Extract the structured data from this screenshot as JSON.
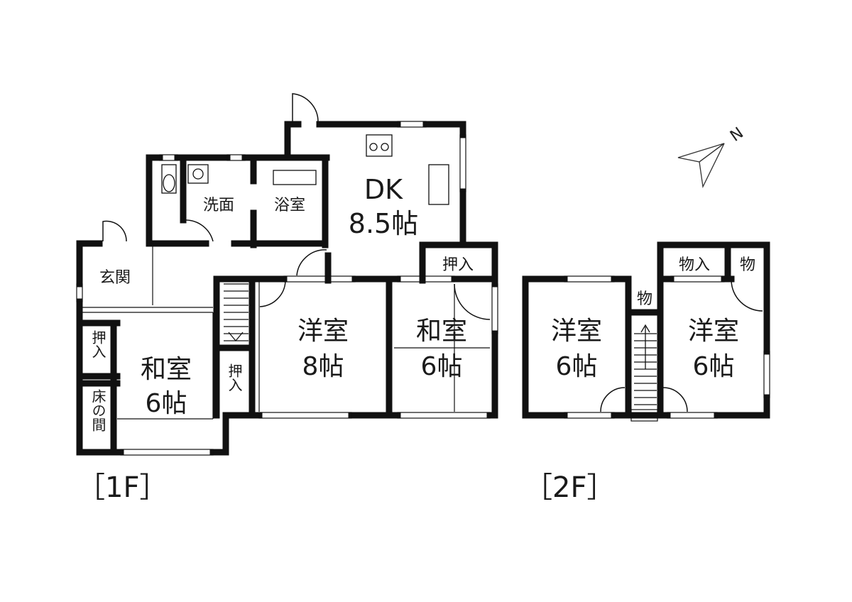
{
  "floor_1": {
    "label": "［1F］",
    "rooms": {
      "dk_name": "DK",
      "dk_size": "8.5帖",
      "senmen": "洗面",
      "yokushitsu": "浴室",
      "genkan": "玄関",
      "oshiire_kitchen": "押入",
      "youshitsu_name": "洋室",
      "youshitsu_size": "8帖",
      "washitsu_mid_name": "和室",
      "washitsu_mid_size": "6帖",
      "washitsu_left_name": "和室",
      "washitsu_left_size": "6帖",
      "oshiire_left": "押入",
      "tokonoma": "床の間",
      "oshiire_stair": "押入"
    }
  },
  "floor_2": {
    "label": "［2F］",
    "rooms": {
      "youshitsu_left_name": "洋室",
      "youshitsu_left_size": "6帖",
      "youshitsu_right_name": "洋室",
      "youshitsu_right_size": "6帖",
      "monoire": "物入",
      "mono_top": "物",
      "mono_mid": "物"
    }
  },
  "compass": {
    "label": "N"
  }
}
